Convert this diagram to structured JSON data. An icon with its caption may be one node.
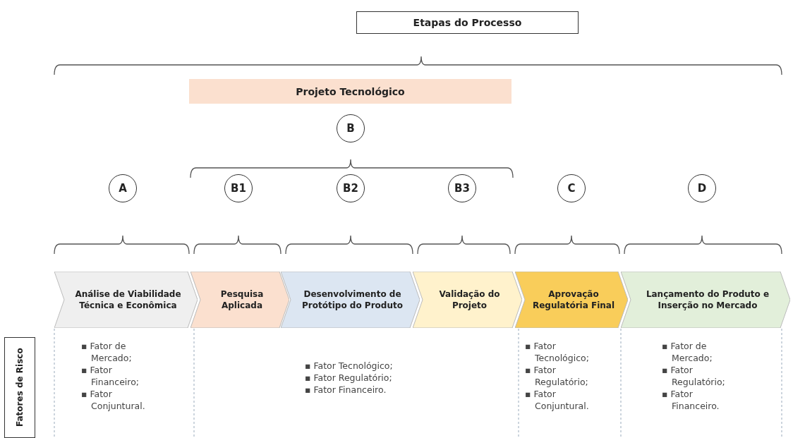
{
  "diagram": {
    "nodes": [
      {
        "text": [
          "Etapas do Processo"
        ]
      },
      {
        "text": [
          "Projeto Tecnológico"
        ]
      },
      {
        "text": [
          "B"
        ]
      },
      {
        "text": [
          "A"
        ]
      },
      {
        "text": [
          "B1"
        ]
      },
      {
        "text": [
          "B2"
        ]
      },
      {
        "text": [
          "B3"
        ]
      },
      {
        "text": [
          "C"
        ]
      },
      {
        "text": [
          "D"
        ]
      },
      {
        "text": [
          "Análise de Viabilidade Técnica e Econômica"
        ]
      },
      {
        "text": [
          "Pesquisa Aplicada"
        ]
      },
      {
        "text": [
          "Desenvolvimento de Protótipo do Produto"
        ]
      },
      {
        "text": [
          "Validação do Projeto"
        ]
      },
      {
        "text": [
          "Aprovação Regulatória Final"
        ]
      },
      {
        "text": [
          "Lançamento do Produto e Inserção no Mercado"
        ]
      },
      {
        "text": [
          "Fatores de Risco"
        ]
      }
    ],
    "labels": [
      "▪ Fator de Mercado;",
      "▪ Fator Financeiro;",
      "▪ Fator Conjuntural.",
      "▪ Fator Tecnológico;",
      "▪ Fator Regulatório;",
      "▪ Fator Financeiro.",
      "▪ Fator Tecnológico;",
      "▪ Fator Regulatório;",
      "▪ Fator Conjuntural.",
      "▪ Fator de Mercado;",
      "▪ Fator Regulatório;",
      "▪ Fator Financeiro."
    ]
  }
}
